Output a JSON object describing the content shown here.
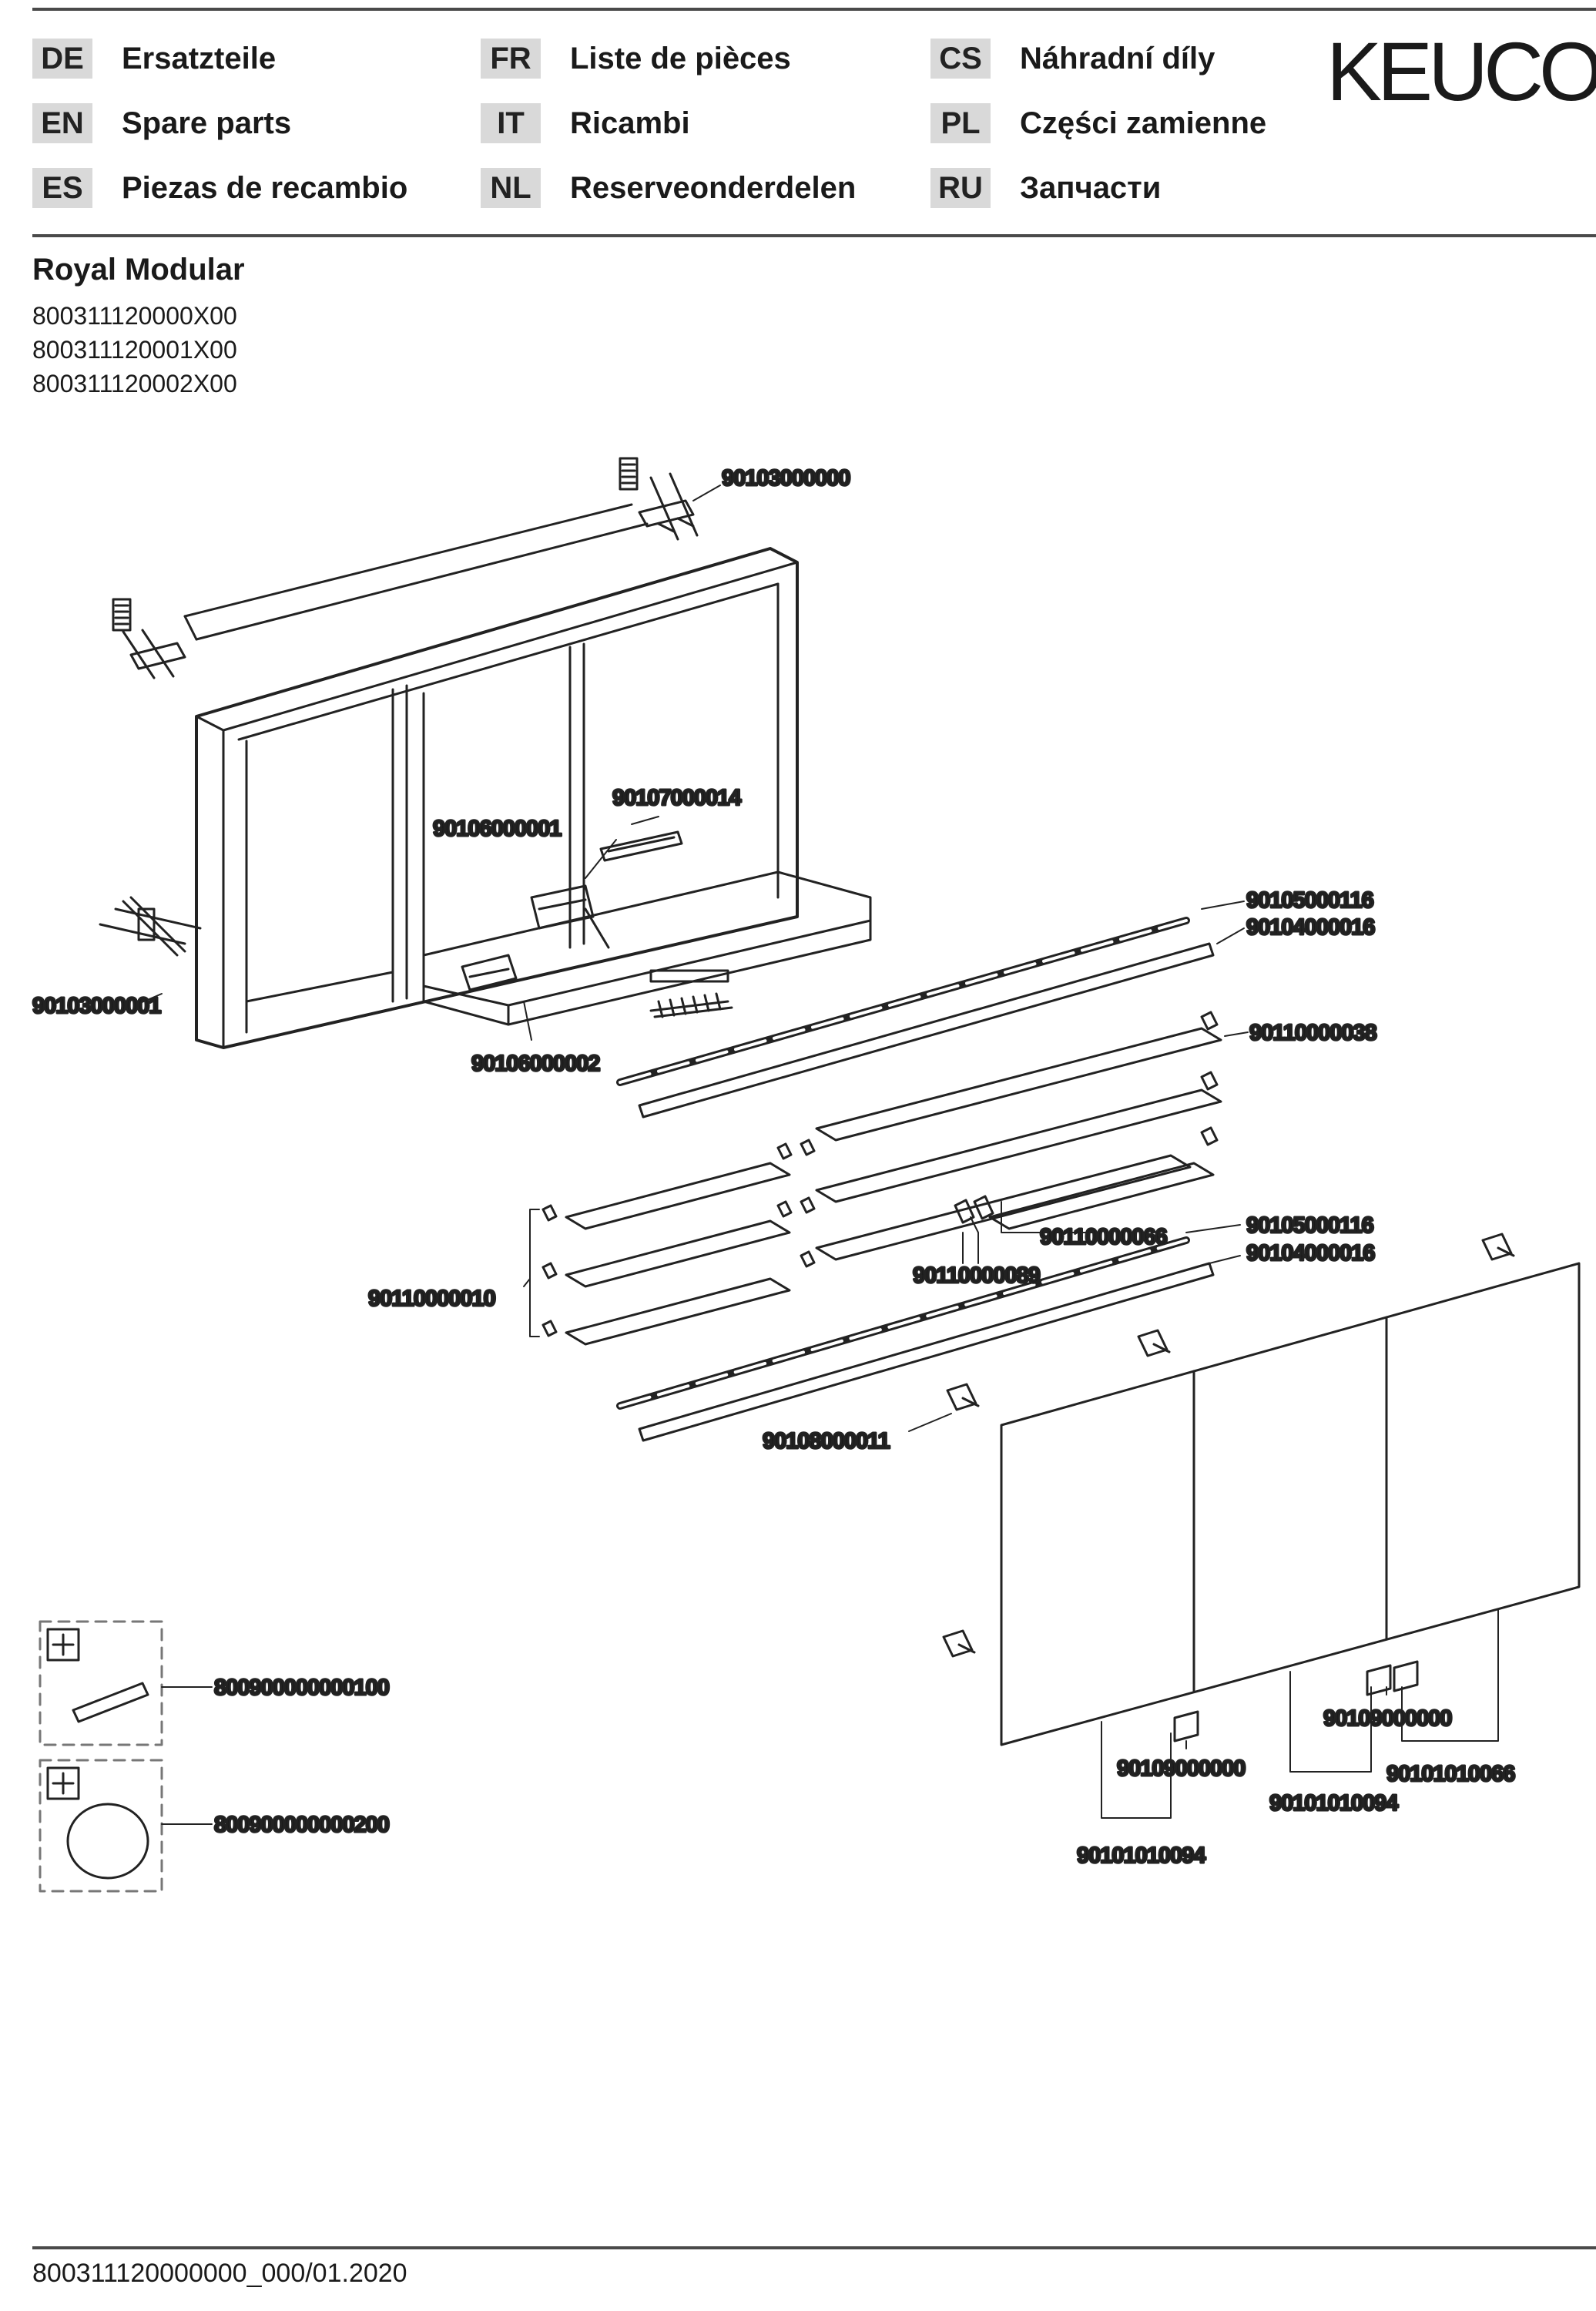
{
  "header": {
    "languages": [
      {
        "code": "DE",
        "label": "Ersatzteile"
      },
      {
        "code": "EN",
        "label": "Spare parts"
      },
      {
        "code": "ES",
        "label": "Piezas de recambio"
      },
      {
        "code": "FR",
        "label": "Liste de pièces"
      },
      {
        "code": "IT",
        "label": "Ricambi"
      },
      {
        "code": "NL",
        "label": "Reserveonderdelen"
      },
      {
        "code": "CS",
        "label": "Náhradní díly"
      },
      {
        "code": "PL",
        "label": "Części zamienne"
      },
      {
        "code": "RU",
        "label": "Запчасти"
      }
    ],
    "brand": "KEUCO"
  },
  "product": {
    "title": "Royal Modular",
    "articles": [
      "800311120000X00",
      "800311120001X00",
      "800311120002X00"
    ]
  },
  "parts": {
    "rail_top": "90103000000",
    "rail_side": "90103000001",
    "unit_a": "90106000001",
    "unit_b": "90106000002",
    "light_bar": "90107000014",
    "profile_1_top": "90105000116",
    "profile_1_bottom": "90104000016",
    "shelf_clip": "90110000038",
    "shelf_glass": "90110000066",
    "shelf_holder": "90110000089",
    "shelf_set": "90110000010",
    "profile_2_top": "90105000116",
    "profile_2_bottom": "90104000016",
    "door_hinge": "90108000011",
    "door_stop_left": "90109000000",
    "door_stop_right": "90109000000",
    "door_left": "90101010094",
    "door_middle": "90101010094",
    "door_right": "90101010066"
  },
  "accessories": [
    {
      "part": "800900000000100",
      "icon": "plus-icon"
    },
    {
      "part": "800900000000200",
      "icon": "plus-icon"
    }
  ],
  "footer": {
    "doc_id": "800311120000000_000/01.2020"
  }
}
